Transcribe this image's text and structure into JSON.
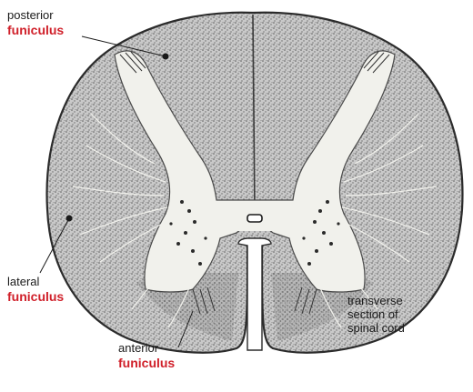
{
  "colors": {
    "term_red": "#d0202a",
    "text": "#1a1a1a",
    "white_matter": "#bdbdbd",
    "grey_matter": "#f1f1ec",
    "outline": "#2b2b2b"
  },
  "labels": {
    "posterior": {
      "prefix": "posterior",
      "term": "funiculus"
    },
    "lateral": {
      "prefix": "lateral",
      "term": "funiculus"
    },
    "anterior": {
      "prefix": "anterior",
      "term": "funiculus"
    },
    "transverse": {
      "line1": "transverse",
      "line2": "section of",
      "line3": "spinal cord"
    }
  }
}
